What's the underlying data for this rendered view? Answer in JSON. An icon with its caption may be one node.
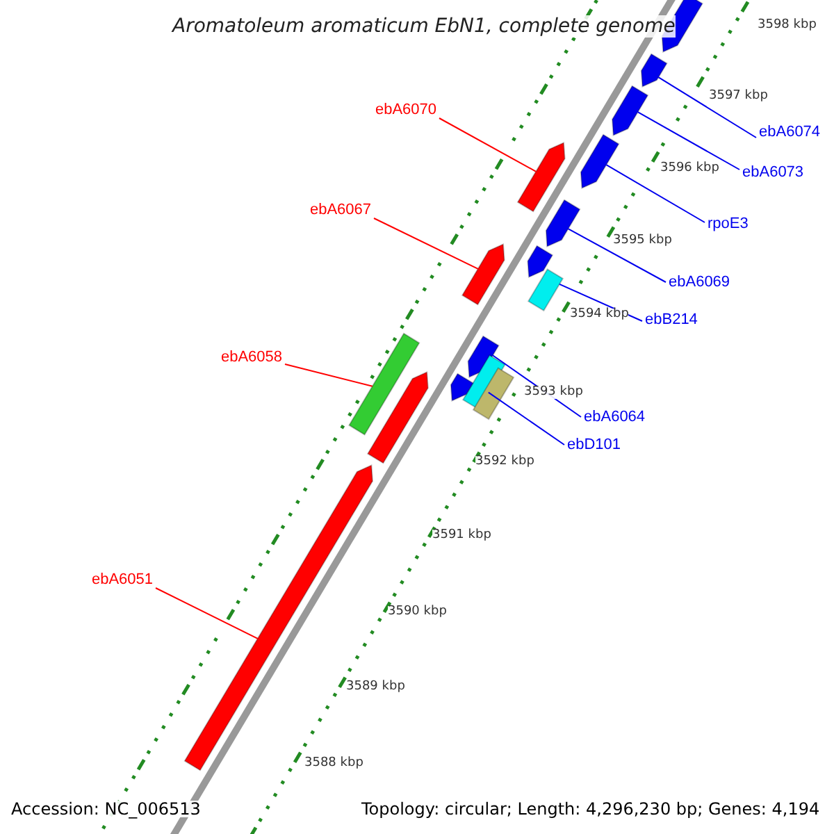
{
  "diagram": {
    "title": "Aromatoleum aromaticum EbN1, complete genome",
    "nodes": [
      {
        "text": [
          "ebA6070"
        ]
      },
      {
        "text": [
          "ebA6074"
        ]
      },
      {
        "text": [
          "ebA6073"
        ]
      },
      {
        "text": [
          "ebA6067"
        ]
      },
      {
        "text": [
          "rpoE3"
        ]
      },
      {
        "text": [
          "ebA6069"
        ]
      },
      {
        "text": [
          "ebB214"
        ]
      },
      {
        "text": [
          "ebA6058"
        ]
      },
      {
        "text": [
          "ebA6064"
        ]
      },
      {
        "text": [
          "ebD101"
        ]
      },
      {
        "text": [
          "ebA6051"
        ]
      },
      {
        "text": [],
        "shape": "arrow"
      },
      {
        "text": [],
        "shape": "arrow"
      },
      {
        "text": [],
        "shape": "arrow"
      },
      {
        "text": [],
        "shape": "arrow"
      },
      {
        "text": [],
        "shape": "arrow"
      },
      {
        "text": [],
        "shape": "arrow"
      },
      {
        "text": [],
        "shape": "arrow"
      },
      {
        "text": [],
        "shape": "arrow"
      },
      {
        "text": [],
        "shape": "bar"
      },
      {
        "text": [],
        "shape": "bar"
      },
      {
        "text": [],
        "shape": "arrow"
      },
      {
        "text": [],
        "shape": "bar"
      },
      {
        "text": [],
        "shape": "arrow"
      },
      {
        "text": [],
        "shape": "bar"
      },
      {
        "text": [],
        "shape": "arrow"
      },
      {
        "text": [],
        "shape": "arrow"
      }
    ],
    "edges": [
      {
        "from": 0,
        "to": 15,
        "arrow": "none",
        "color": "#ff0000"
      },
      {
        "from": 1,
        "to": 12,
        "arrow": "none"
      },
      {
        "from": 2,
        "to": 13,
        "arrow": "none"
      },
      {
        "from": 3,
        "to": 18,
        "arrow": "none",
        "color": "#ff0000"
      },
      {
        "from": 4,
        "to": 14,
        "arrow": "none"
      },
      {
        "from": 5,
        "to": 16,
        "arrow": "none"
      },
      {
        "from": 6,
        "to": 19,
        "arrow": "none"
      },
      {
        "from": 7,
        "to": 20,
        "arrow": "none",
        "color": "#ff0000"
      },
      {
        "from": 8,
        "to": 21,
        "arrow": "none"
      },
      {
        "from": 9,
        "to": 22,
        "arrow": "none"
      },
      {
        "from": 10,
        "to": 26,
        "arrow": "none",
        "color": "#ff0000"
      }
    ],
    "labels": [
      "3598 kbp",
      "3597 kbp",
      "3596 kbp",
      "3595 kbp",
      "3594 kbp",
      "3593 kbp",
      "3592 kbp",
      "3591 kbp",
      "3590 kbp",
      "3589 kbp",
      "3588 kbp",
      "Accession: NC_006513",
      "Topology: circular; Length: 4,296,230 bp; Genes: 4,194"
    ]
  }
}
